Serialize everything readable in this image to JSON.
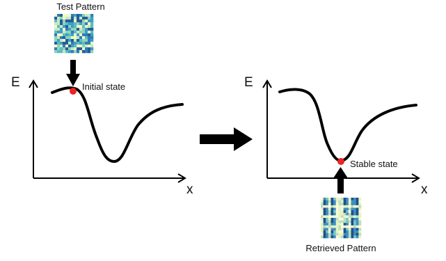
{
  "left_panel": {
    "pattern_title": "Test Pattern",
    "axis_y": "E",
    "axis_x": "x",
    "point_label": "Initial state"
  },
  "right_panel": {
    "pattern_title": "Retrieved Pattern",
    "axis_y": "E",
    "axis_x": "x",
    "point_label": "Stable state"
  },
  "colors": {
    "curve": "#000000",
    "point": "#ee2222",
    "test_palette": [
      "#f2f7c8",
      "#c8e8c0",
      "#8fd2bb",
      "#5dbdc0",
      "#3e9fc4",
      "#2e7fb8",
      "#245e9c"
    ],
    "retrieved_palette": [
      "#fbfdd8",
      "#e6f4c6",
      "#b9e0c2",
      "#7fc4c2",
      "#3f8fbd",
      "#1f4f8e"
    ]
  },
  "icons": {
    "transition_arrow": "right-arrow-icon",
    "state_arrow": "vertical-arrow-icon"
  }
}
